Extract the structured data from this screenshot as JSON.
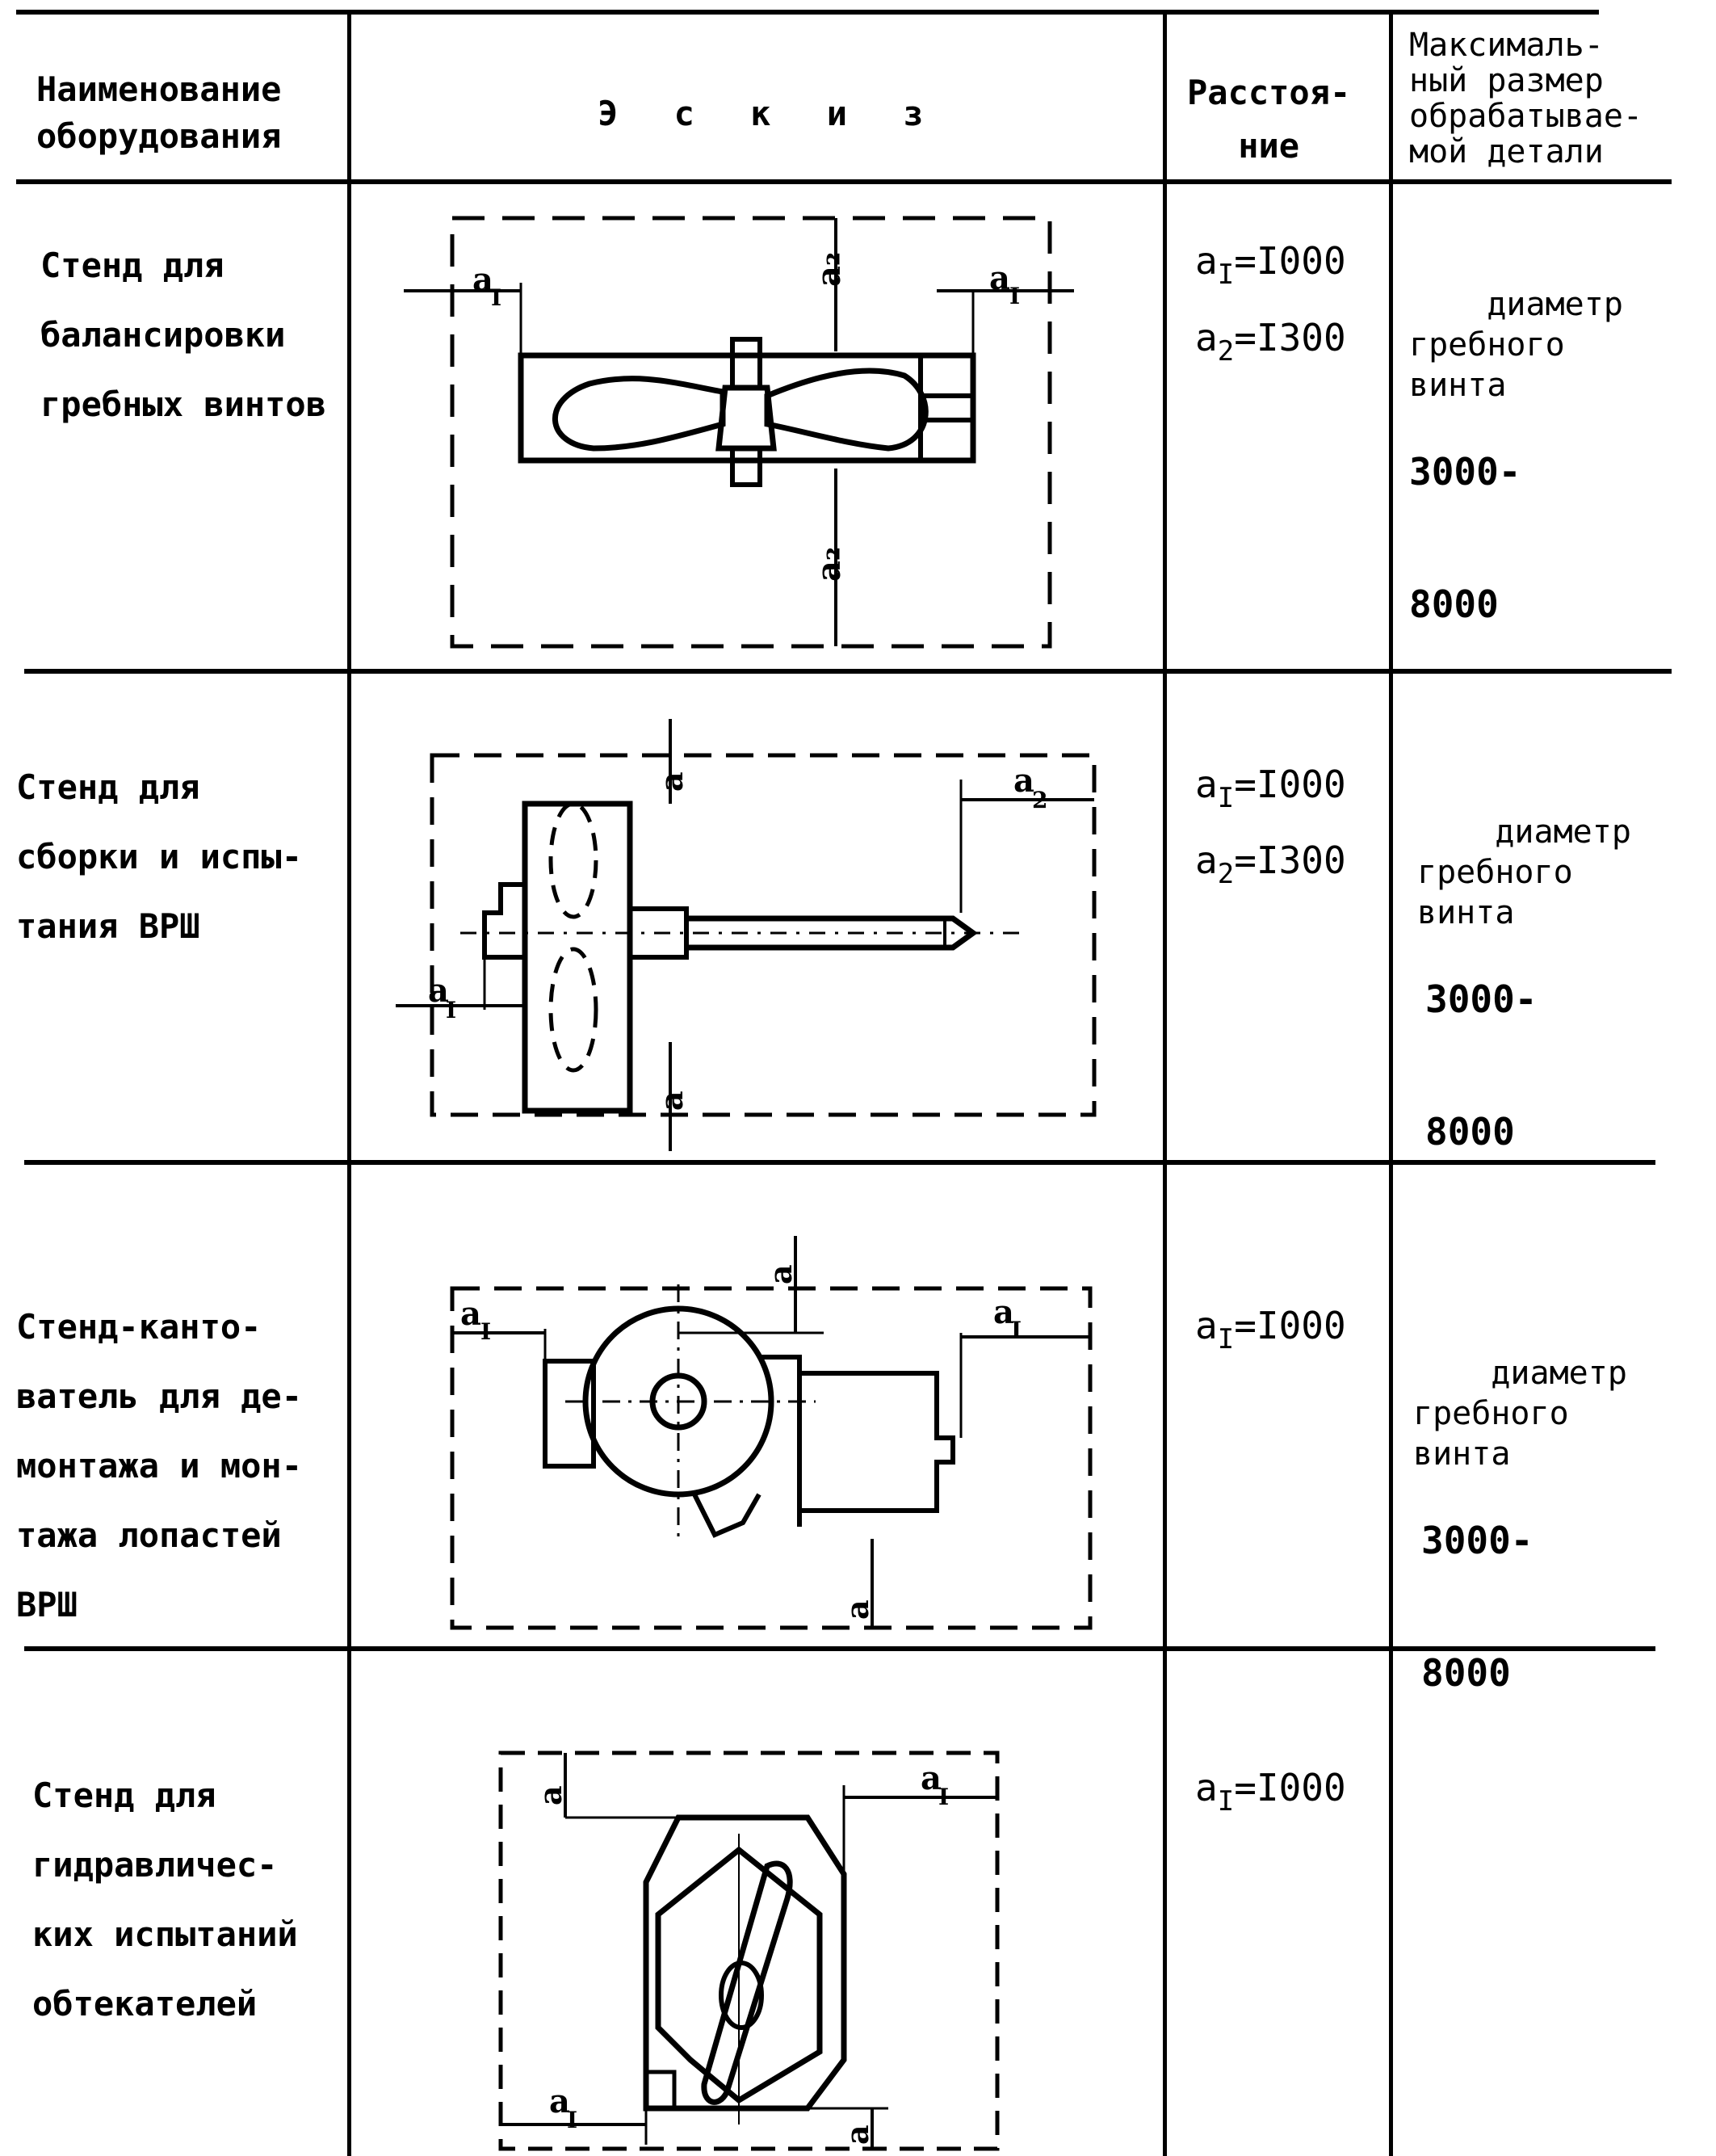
{
  "table": {
    "headers": {
      "name": "Наименование\nоборудования",
      "sketch": "Э с к и з",
      "distance": "Расстоя-\nние",
      "max_size": "Максималь-\nный размер\nобрабатывае-\nмой детали"
    },
    "rows": [
      {
        "name": "Стенд для\nбалансировки\nгребных винтов",
        "sketch_icon": "propeller-balancing-stand-sketch",
        "distances": [
          {
            "symbol": "a",
            "index": "I",
            "value": "I000"
          },
          {
            "symbol": "a",
            "index": "2",
            "value": "I300"
          }
        ],
        "max_size_text": "диаметр\nгребного\nвинта",
        "max_size_range": [
          "3000-",
          "8000"
        ]
      },
      {
        "name": "Стенд для\nсборки и испы-\nтания ВРШ",
        "sketch_icon": "cpp-assembly-test-stand-sketch",
        "distances": [
          {
            "symbol": "a",
            "index": "I",
            "value": "I000"
          },
          {
            "symbol": "a",
            "index": "2",
            "value": "I300"
          }
        ],
        "max_size_text": "диаметр\nгребного\nвинта",
        "max_size_range": [
          "3000-",
          "8000"
        ]
      },
      {
        "name": "Стенд-канто-\nватель для де-\nмонтажа и мон-\nтажа лопастей\nВРШ",
        "sketch_icon": "blade-tilting-stand-sketch",
        "distances": [
          {
            "symbol": "a",
            "index": "I",
            "value": "I000"
          }
        ],
        "max_size_text": "диаметр\nгребного\nвинта",
        "max_size_range": [
          "3000-",
          "8000"
        ]
      },
      {
        "name": "Стенд для\nгидравличес-\nких испытаний\nобтекателей",
        "sketch_icon": "fairing-hydraulic-test-stand-sketch",
        "distances": [
          {
            "symbol": "a",
            "index": "I",
            "value": "I000"
          }
        ],
        "max_size_text": "",
        "max_size_range": []
      }
    ],
    "sketch_labels": {
      "a1": "a",
      "a1_sub": "I",
      "a2": "a",
      "a2_sub": "2"
    }
  }
}
